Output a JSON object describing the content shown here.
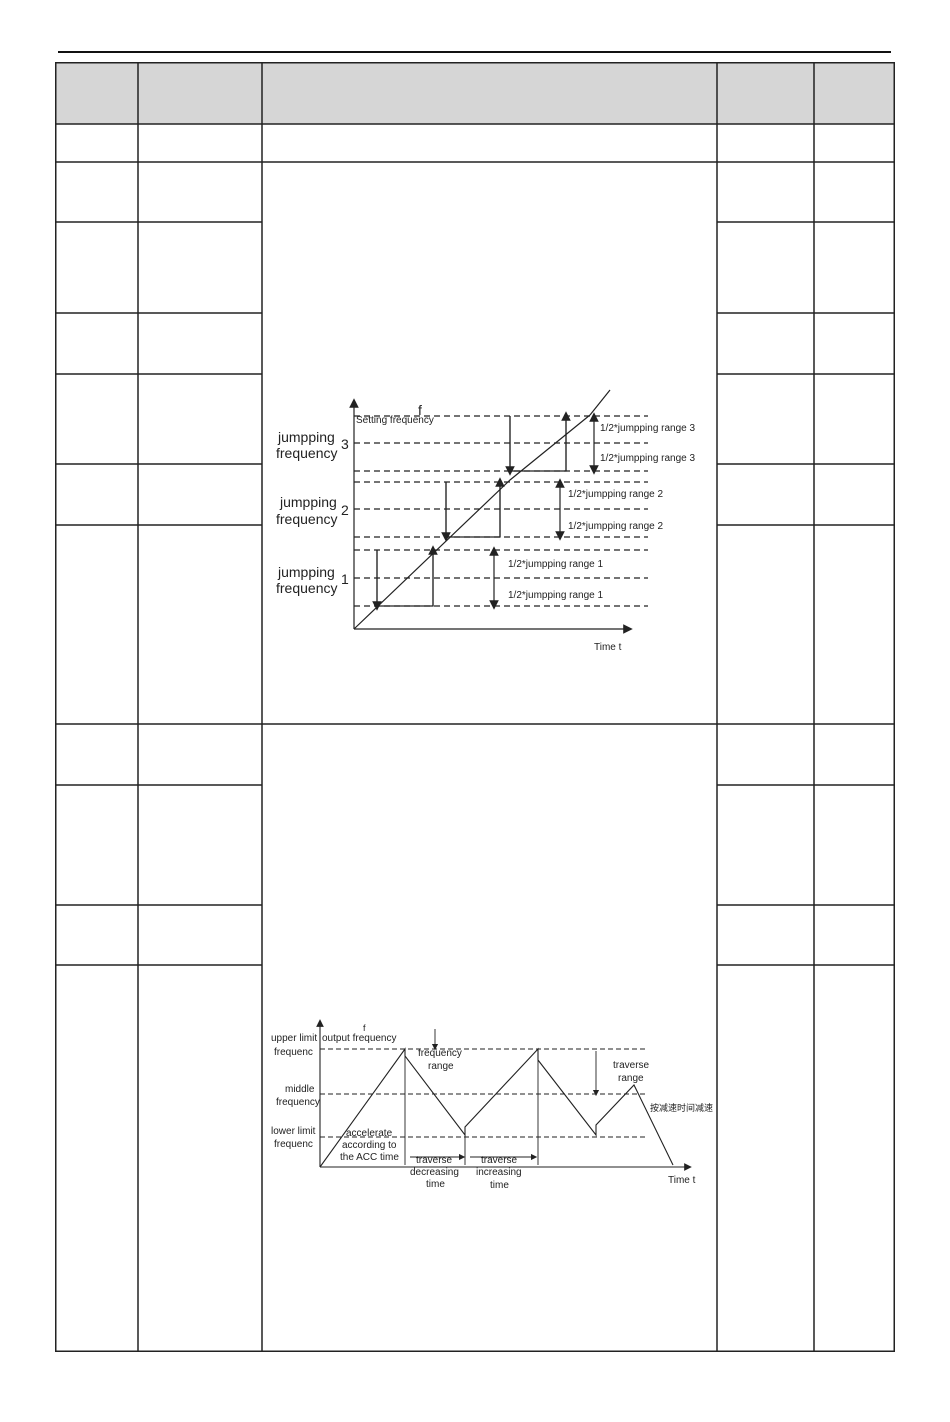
{
  "figure1": {
    "y_axis_label": "Setting frequency",
    "y_axis_symbol": "f",
    "x_axis_label": "Time t",
    "jump_label_line1": "jumpping",
    "jump_label_line2": "frequency",
    "levels": [
      "3",
      "2",
      "1"
    ],
    "range_labels": [
      "1/2*jumpping range 3",
      "1/2*jumpping range 3",
      "1/2*jumpping range 2",
      "1/2*jumpping range 2",
      "1/2*jumpping range 1",
      "1/2*jumpping range 1"
    ]
  },
  "figure2": {
    "y_axis_symbol": "f",
    "y_axis_label": "output frequency",
    "upper_limit_line1": "upper limit",
    "upper_limit_line2": "frequenc",
    "middle_line1": "middle",
    "middle_line2": "frequency",
    "lower_limit_line1": "lower limit",
    "lower_limit_line2": "frequenc",
    "frequency_range_line1": "frequency",
    "frequency_range_line2": "range",
    "traverse_range_line1": "traverse",
    "traverse_range_line2": "range",
    "decel_note": "按减速时间减速",
    "accel_line1": "accelerate",
    "accel_line2": "according to",
    "accel_line3": "the ACC time",
    "decreasing_line1": "traverse",
    "decreasing_line2": "decreasing",
    "decreasing_line3": "time",
    "increasing_line1": "traverse",
    "increasing_line2": "increasing",
    "increasing_line3": "time",
    "x_axis_label": "Time t"
  }
}
